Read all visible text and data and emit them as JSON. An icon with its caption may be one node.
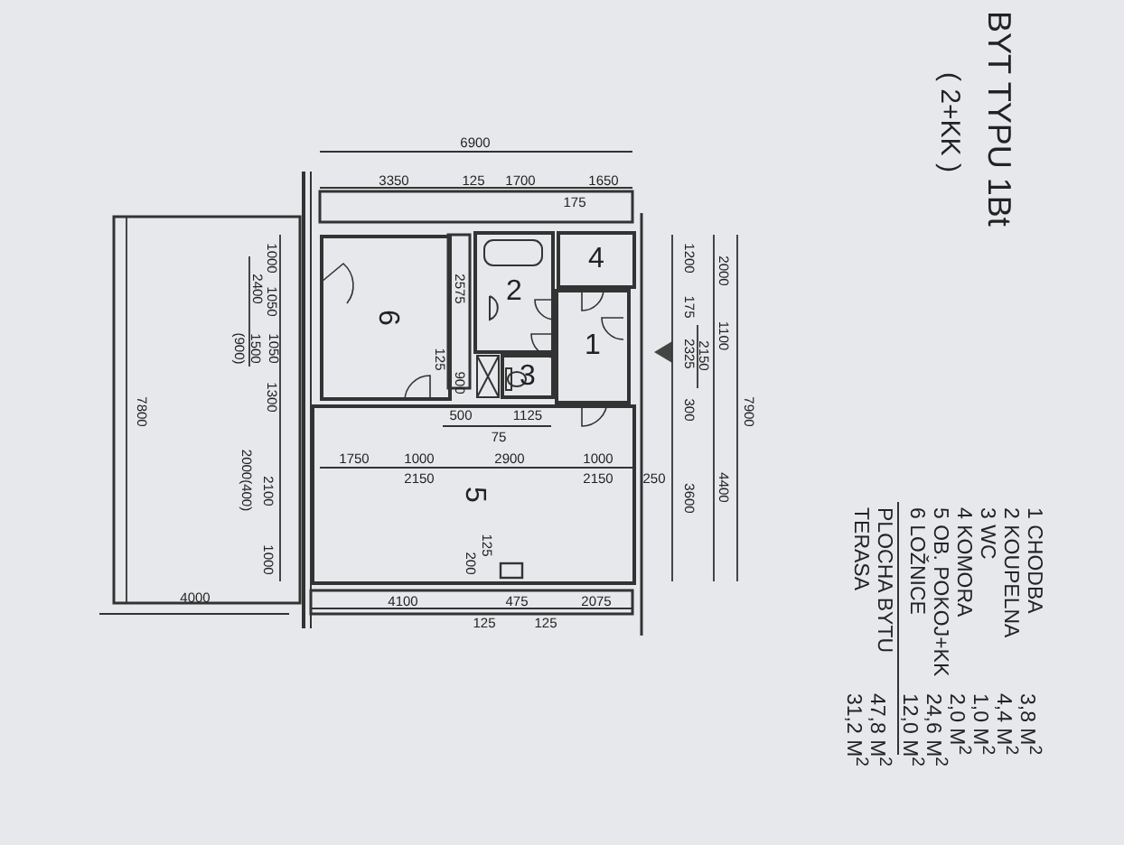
{
  "diagram": {
    "title": "BYT TYPU 1Bt",
    "caption": "( 2+KK )",
    "nodes": [
      {
        "text": [
          "6"
        ]
      },
      {
        "text": [
          "2"
        ]
      },
      {
        "text": [
          "4"
        ]
      },
      {
        "text": [
          "3"
        ]
      },
      {
        "text": [
          "1"
        ]
      },
      {
        "text": [
          "5"
        ]
      }
    ],
    "edges": [],
    "labels": [
      "6900",
      "3350",
      "125",
      "1700",
      "1650",
      "175",
      "2575",
      "125",
      "900",
      "500",
      "1125",
      "75",
      "1750",
      "1000",
      "2900",
      "1000",
      "2150",
      "2150",
      "250",
      "125",
      "200",
      "4100",
      "125",
      "475",
      "125",
      "2075",
      "1000",
      "2400",
      "1050",
      "(900)",
      "1500",
      "1050",
      "1300",
      "2100",
      "2000(400)",
      "1000",
      "7800",
      "4000",
      "1200",
      "175",
      "2325",
      "300",
      "3600",
      "2000",
      "1100",
      "2150",
      "4400",
      "7900",
      "1 CHODBA",
      "3,8 M$^{2}$",
      "2 KOUPELNA",
      "4,4 M$^{2}$",
      "3 WC",
      "1,0 M$^{2}$",
      "4 KOMORA",
      "2,0 M$^{2}$",
      "5 OB. POKOJ+KK",
      "24,6 M$^{2}$",
      "6 LOŽNICE",
      "12,0 M$^{2}$",
      "PLOCHA BYTU",
      "47,8 M$^{2}$",
      "TERASA",
      "31,2 M$^{2}$"
    ]
  }
}
